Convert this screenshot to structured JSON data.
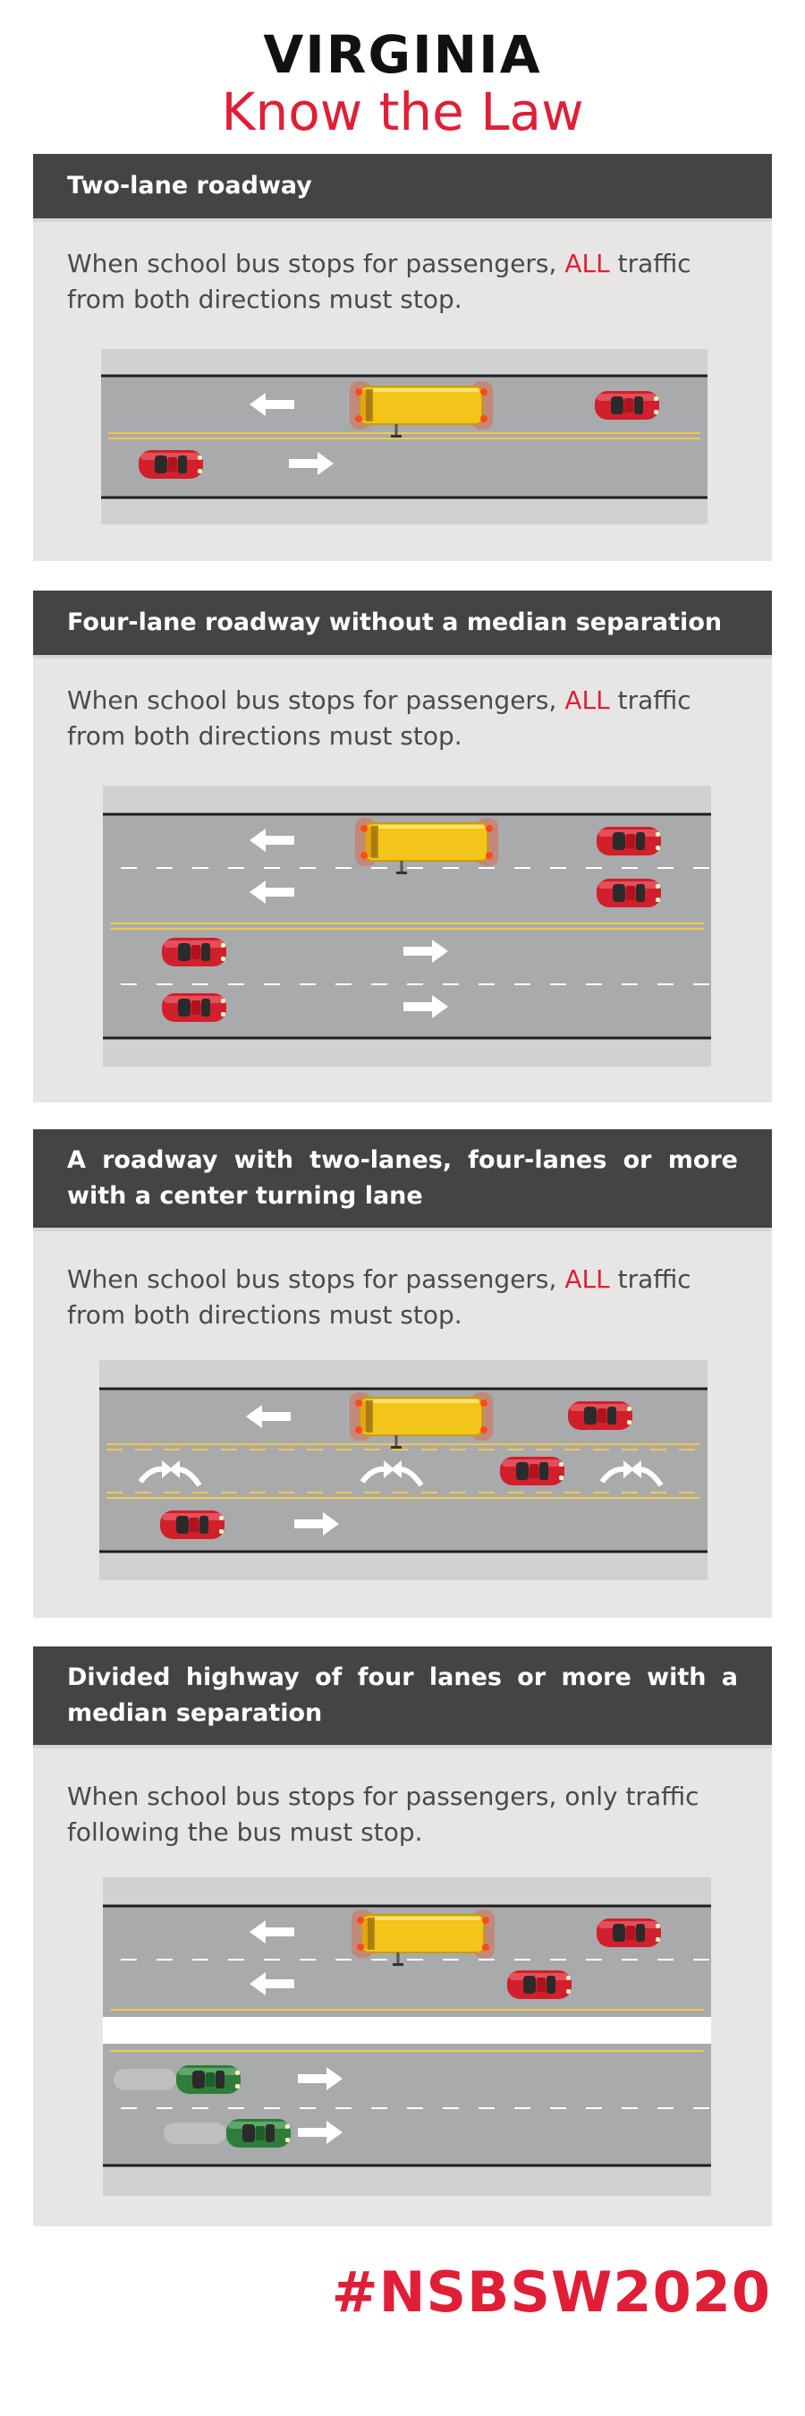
{
  "header": {
    "state": "VIRGINIA",
    "subtitle": "Know the Law"
  },
  "sections": [
    {
      "title": "Two-lane roadway",
      "desc_before": "When school bus stops for passengers, ",
      "desc_highlight": "ALL",
      "desc_after": " traffic from both directions must stop."
    },
    {
      "title": "Four-lane roadway without a median separation",
      "desc_before": "When school bus stops for passengers, ",
      "desc_highlight": "ALL",
      "desc_after": " traffic from both directions must stop."
    },
    {
      "title": "A roadway with two-lanes, four-lanes or more with a center turning lane",
      "desc_before": "When school bus stops for passengers, ",
      "desc_highlight": "ALL",
      "desc_after": " traffic from both directions must stop."
    },
    {
      "title": "Divided highway of four lanes or more with a median separation",
      "desc_before": "When school bus stops for passengers, only traffic following the bus must stop.",
      "desc_highlight": "",
      "desc_after": ""
    }
  ],
  "footer": {
    "hashtag": "#NSBSW2020"
  },
  "colors": {
    "accent_red": "#e01f36",
    "header_bar": "#434446",
    "panel_bg": "#e7e6e5",
    "road": "#a9aaac",
    "shoulder": "#d0d1d3",
    "bus_yellow": "#f3c51a",
    "car_red": "#d11f2c",
    "car_green": "#2e7d3a"
  },
  "icons": [
    "school-bus-icon",
    "red-car-icon",
    "green-car-icon",
    "left-arrow-icon",
    "right-arrow-icon",
    "turn-arrows-icon"
  ]
}
